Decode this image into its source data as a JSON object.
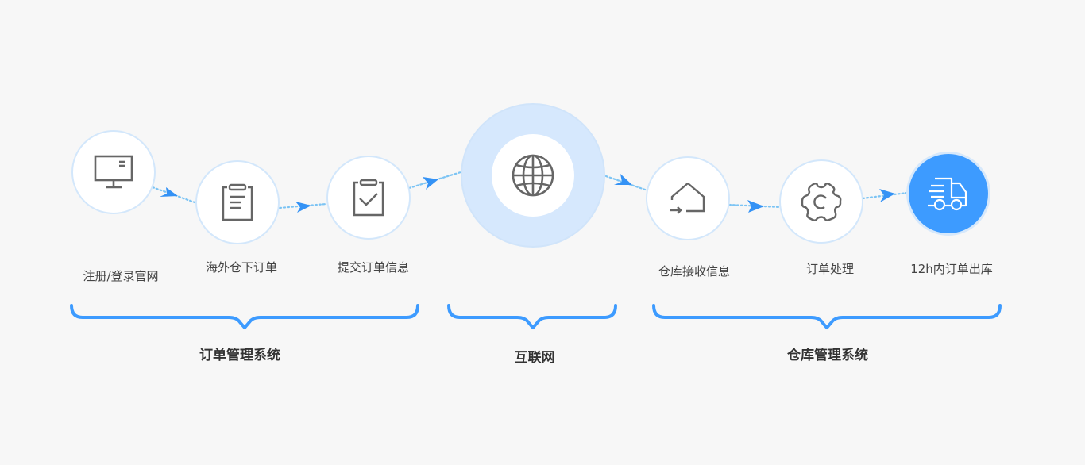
{
  "colors": {
    "background": "#f7f7f7",
    "accent": "#3d9bff",
    "circle_border": "#d3e7fb",
    "hub_ring": "#d6e8fd",
    "icon_stroke": "#666666",
    "dotted_line": "#7cc4f4",
    "label_text": "#444444",
    "group_text": "#333333"
  },
  "steps": [
    {
      "id": "register",
      "label": "注册/登录官网",
      "icon": "monitor-icon"
    },
    {
      "id": "place-order",
      "label": "海外仓下订单",
      "icon": "clipboard-icon"
    },
    {
      "id": "submit-info",
      "label": "提交订单信息",
      "icon": "clipboard-check-icon"
    },
    {
      "id": "internet",
      "label": "",
      "icon": "globe-icon"
    },
    {
      "id": "receive-info",
      "label": "仓库接收信息",
      "icon": "house-inbound-icon"
    },
    {
      "id": "process-order",
      "label": "订单处理",
      "icon": "gear-icon"
    },
    {
      "id": "ship-out",
      "label": "12h内订单出库",
      "icon": "delivery-truck-icon"
    }
  ],
  "groups": [
    {
      "id": "order-system",
      "label": "订单管理系统"
    },
    {
      "id": "internet",
      "label": "互联网"
    },
    {
      "id": "warehouse-system",
      "label": "仓库管理系统"
    }
  ]
}
